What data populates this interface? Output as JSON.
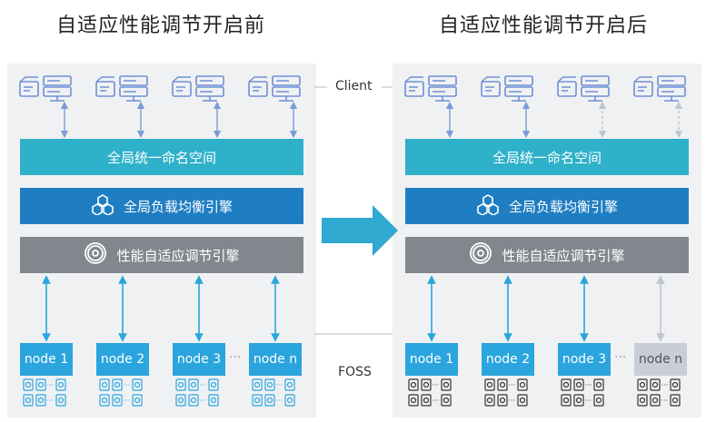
{
  "titles": {
    "before": "自适应性能调节开启前",
    "after": "自适应性能调节开启后"
  },
  "labels": {
    "client": "Client",
    "foss": "FOSS"
  },
  "layers": {
    "namespace": "全局统一命名空间",
    "load_balance": "全局负载均衡引擎",
    "perf_engine": "性能自适应调节引擎"
  },
  "nodes": [
    "node 1",
    "node 2",
    "node 3",
    "node n"
  ],
  "ellipsis": "···",
  "colors": {
    "namespace": "#2fb1c9",
    "load_balance": "#1f7ec2",
    "perf_engine": "#83878d",
    "node": "#2aa5dd",
    "node_inactive": "#c8cdd6",
    "arrow": "#2aa5dd",
    "icons": "#6f8fd6"
  },
  "state_after": {
    "inactive_node_index": 3,
    "inactive_client_index": 3
  }
}
